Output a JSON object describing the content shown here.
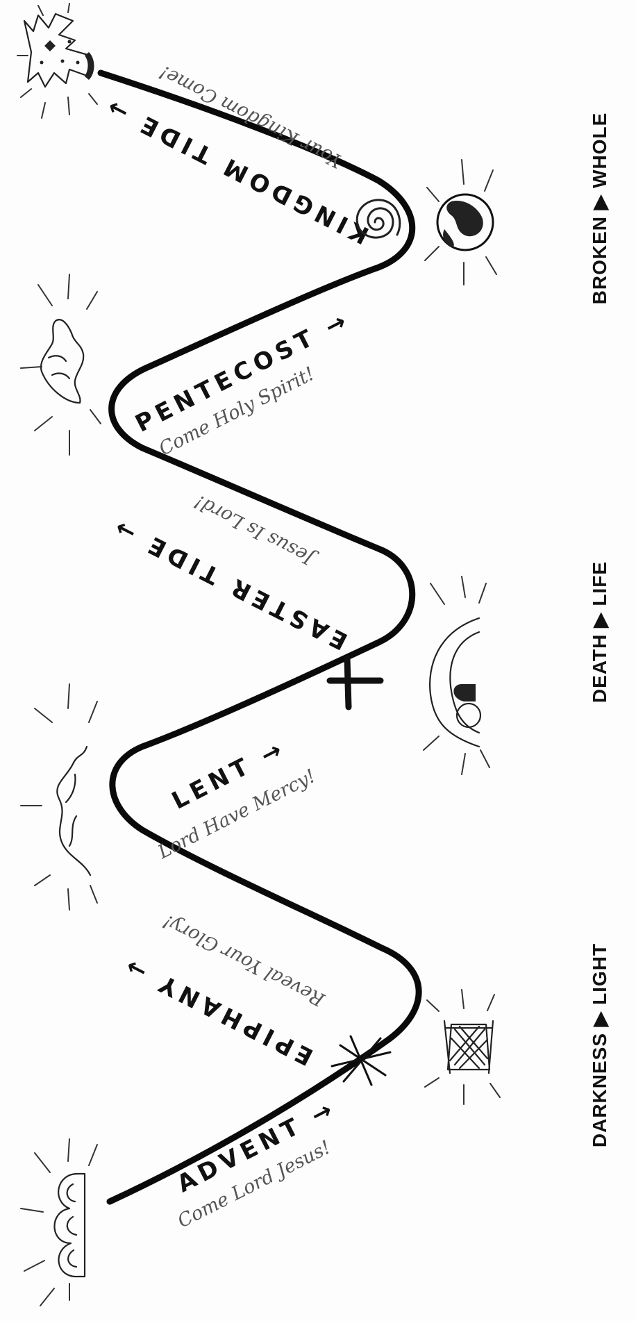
{
  "seasons": [
    {
      "name": "ADVENT",
      "arrow": "→",
      "prayer": "Come Lord Jesus!"
    },
    {
      "name": "EPIPHANY",
      "arrow": "→",
      "prayer": "Reveal Your Glory!"
    },
    {
      "name": "LENT",
      "arrow": "→",
      "prayer": "Lord Have Mercy!"
    },
    {
      "name": "EASTER TIDE",
      "arrow": "→",
      "prayer": "Jesus Is Lord!"
    },
    {
      "name": "PENTECOST",
      "arrow": "→",
      "prayer": "Come Holy Spirit!"
    },
    {
      "name": "KINGDOM TIDE",
      "arrow": "→",
      "prayer": "Your Kingdom Come!"
    }
  ],
  "themes": [
    {
      "from": "DARKNESS",
      "sep": "▶",
      "to": "LIGHT"
    },
    {
      "from": "DEATH",
      "sep": "▶",
      "to": "LIFE"
    },
    {
      "from": "BROKEN",
      "sep": "▶",
      "to": "WHOLE"
    }
  ],
  "icons": [
    "clouds-icon",
    "star-icon",
    "manger-icon",
    "mountain-icon",
    "cross-icon",
    "empty-tomb-icon",
    "dove-icon",
    "spiral-icon",
    "earth-icon",
    "crown-icon"
  ],
  "colors": {
    "ink": "#111111",
    "prayer": "#555555",
    "paper": "#fdfdfd"
  }
}
